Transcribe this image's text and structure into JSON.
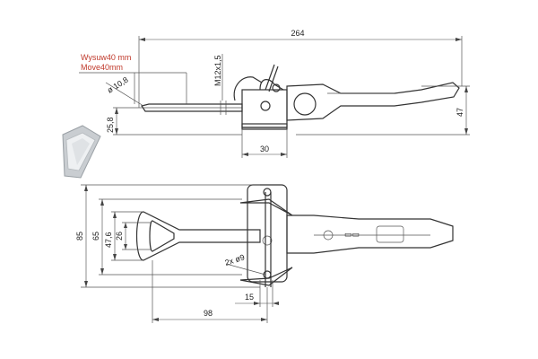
{
  "note": {
    "line1": "Wysuw40 mm",
    "line2": "Move40mm"
  },
  "side_view": {
    "overall_length": "264",
    "thread": "M12x1,5",
    "rod_dia": "ø 10,8",
    "rod_height": "25,8",
    "base_width": "30",
    "handle_height": "47"
  },
  "top_view": {
    "overall_height": "85",
    "loop_height": "65",
    "inner_height": "47,6",
    "loop_inner": "26",
    "holes": "2x ø9",
    "hole_spacing": "15",
    "loop_length": "98"
  },
  "colors": {
    "line": "#333333",
    "note": "#c0392b",
    "thumb": "#bfc4c8"
  }
}
